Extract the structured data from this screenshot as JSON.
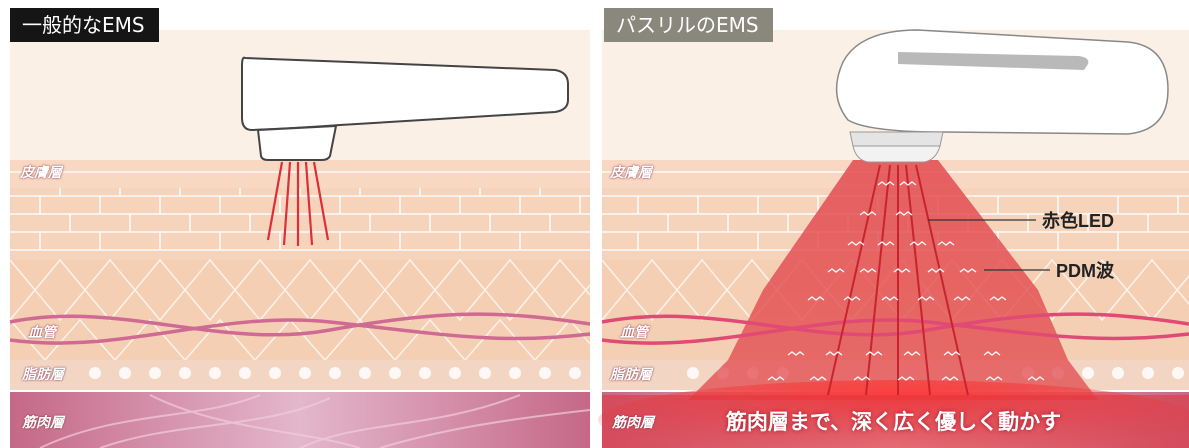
{
  "left_panel": {
    "title": "一般的なEMS",
    "labels": {
      "skin": "皮膚層",
      "blood": "血管",
      "fat": "脂肪層",
      "muscle": "筋肉層"
    }
  },
  "right_panel": {
    "title": "パスリルのEMS",
    "labels": {
      "skin": "皮膚層",
      "blood": "血管",
      "fat": "脂肪層",
      "muscle": "筋肉層"
    },
    "callouts": {
      "red_led": "赤色LED",
      "pdm": "PDM波"
    },
    "caption": "筋肉層まで、深く広く優しく動かす"
  },
  "colors": {
    "left_title_bg": "#151515",
    "right_title_bg": "#8a887d",
    "skin_layer": "#f6d9c0",
    "blood_vessel": "#d06a92",
    "muscle": "#c9728f",
    "beam_red": "#d9303a"
  }
}
